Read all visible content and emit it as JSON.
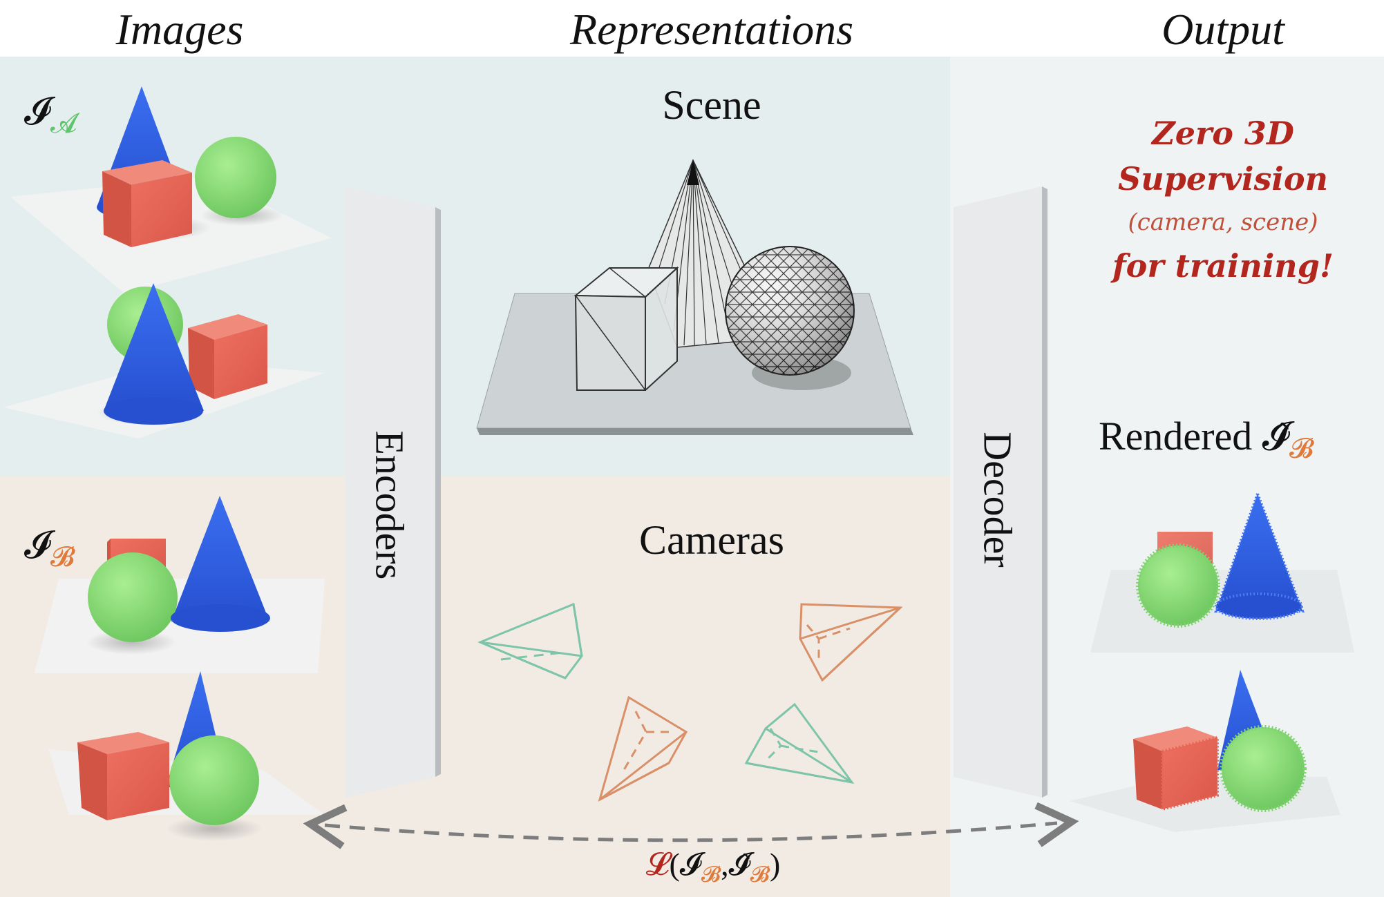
{
  "headers": {
    "images": "Images",
    "representations": "Representations",
    "output": "Output"
  },
  "labels": {
    "image_a_symbol": "𝓘",
    "image_a_sub": "𝓐",
    "image_b_symbol": "𝓘",
    "image_b_sub": "𝓑",
    "encoders": "Encoders",
    "decoder": "Decoder",
    "scene": "Scene",
    "cameras": "Cameras",
    "rendered": "Rendered",
    "rendered_symbol": "𝓘̂",
    "rendered_sub": "𝓑"
  },
  "note": {
    "line1": "Zero 3D",
    "line2": "Supervision",
    "line3": "(camera, scene)",
    "line4": "for training!"
  },
  "loss": {
    "fn": "𝓛",
    "open": "(",
    "a": "𝓘",
    "a_sub": "𝓑",
    "comma": ",",
    "b": "𝓘̂",
    "b_sub": "𝓑",
    "close": ")"
  },
  "colors": {
    "panel_top": "#e4eeee",
    "panel_bottom": "#f1ebe4",
    "panel_output": "#eff3f4",
    "accent_green": "#5fc46a",
    "accent_orange": "#e07a3a",
    "note_red": "#b3261e",
    "camera_green": "#7ec4a8",
    "camera_orange": "#d99068",
    "cone_blue": "#2f62e0",
    "sphere_green": "#8ede7a",
    "cube_red": "#e86452"
  },
  "icons": [
    "cone-icon",
    "cube-icon",
    "sphere-icon",
    "camera-frustum-icon",
    "wireframe-scene-icon"
  ]
}
